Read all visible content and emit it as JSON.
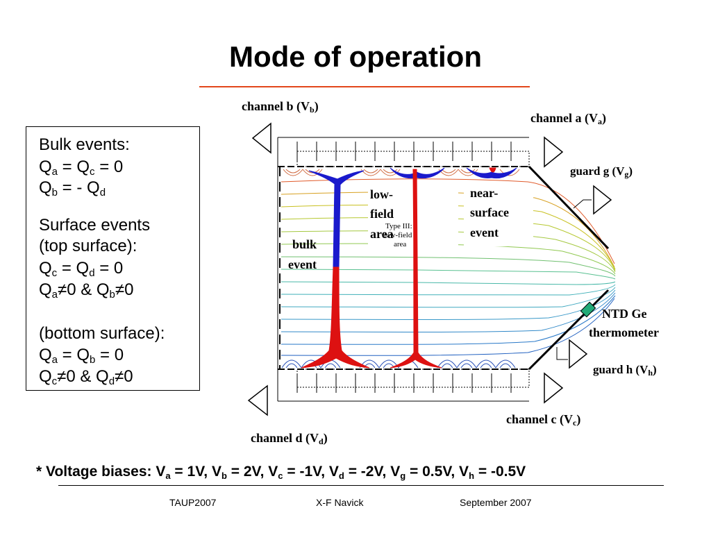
{
  "title": "Mode of operation",
  "summary": {
    "bulk_heading": "Bulk events:",
    "bulk_eq1": {
      "a": "Q",
      "a_sub": "a",
      "b": " = Q",
      "b_sub": "c",
      "c": " = 0"
    },
    "bulk_eq2": {
      "a": "Q",
      "a_sub": "b",
      "b": " = - Q",
      "b_sub": "d"
    },
    "surface_heading": "Surface events",
    "top_heading": "(top surface):",
    "top_eq1": {
      "a": "Q",
      "a_sub": "c",
      "b": " = Q",
      "b_sub": "d",
      "c": " = 0"
    },
    "top_eq2": {
      "a": "Q",
      "a_sub": "a",
      "b": "≠0 & Q",
      "b_sub": "b",
      "c": "≠0"
    },
    "bottom_heading": "(bottom surface):",
    "bottom_eq1": {
      "a": "Q",
      "a_sub": "a",
      "b": " = Q",
      "b_sub": "b",
      "c": " = 0"
    },
    "bottom_eq2": {
      "a": "Q",
      "a_sub": "c",
      "b": "≠0 & Q",
      "b_sub": "d",
      "c": "≠0"
    }
  },
  "diagram": {
    "channel_b": {
      "text": "channel b (V",
      "sub": "b",
      "close": ")"
    },
    "channel_a": {
      "text": "channel a (V",
      "sub": "a",
      "close": ")"
    },
    "guard_g": {
      "text": "guard g (V",
      "sub": "g",
      "close": ")"
    },
    "guard_h": {
      "text": "guard h (V",
      "sub": "h",
      "close": ")"
    },
    "channel_c": {
      "text": "channel c (V",
      "sub": "c",
      "close": ")"
    },
    "channel_d": {
      "text": "channel d (V",
      "sub": "d",
      "close": ")"
    },
    "ntd_line1": "NTD Ge",
    "ntd_line2": "thermometer",
    "bulk_event_line1": "bulk",
    "bulk_event_line2": "event",
    "low_field_line1": "low-",
    "low_field_line2": "field",
    "low_field_line3": "area",
    "near_surface_line1": "near-",
    "near_surface_line2": "surface",
    "near_surface_line3": "event",
    "type3_line1": "Type III:",
    "type3_line2": "low-field",
    "type3_line3": "area",
    "colors": {
      "bulk_holes": "#1a1acc",
      "bulk_electrons": "#dd1111",
      "thermometer": "#22aa77",
      "title_rule": "#e2461a"
    }
  },
  "voltage_note": {
    "prefix": "* Voltage biases: V",
    "a_sub": "a",
    "a_val": " = 1V, V",
    "b_sub": "b",
    "b_val": " = 2V, V",
    "c_sub": "c",
    "c_val": " = -1V, V",
    "d_sub": "d",
    "d_val": " = -2V, V",
    "g_sub": "g",
    "g_val": " = 0.5V, V",
    "h_sub": "h",
    "h_val": " = -0.5V"
  },
  "footer": {
    "left": "TAUP2007",
    "center": "X-F Navick",
    "right": "September 2007"
  }
}
